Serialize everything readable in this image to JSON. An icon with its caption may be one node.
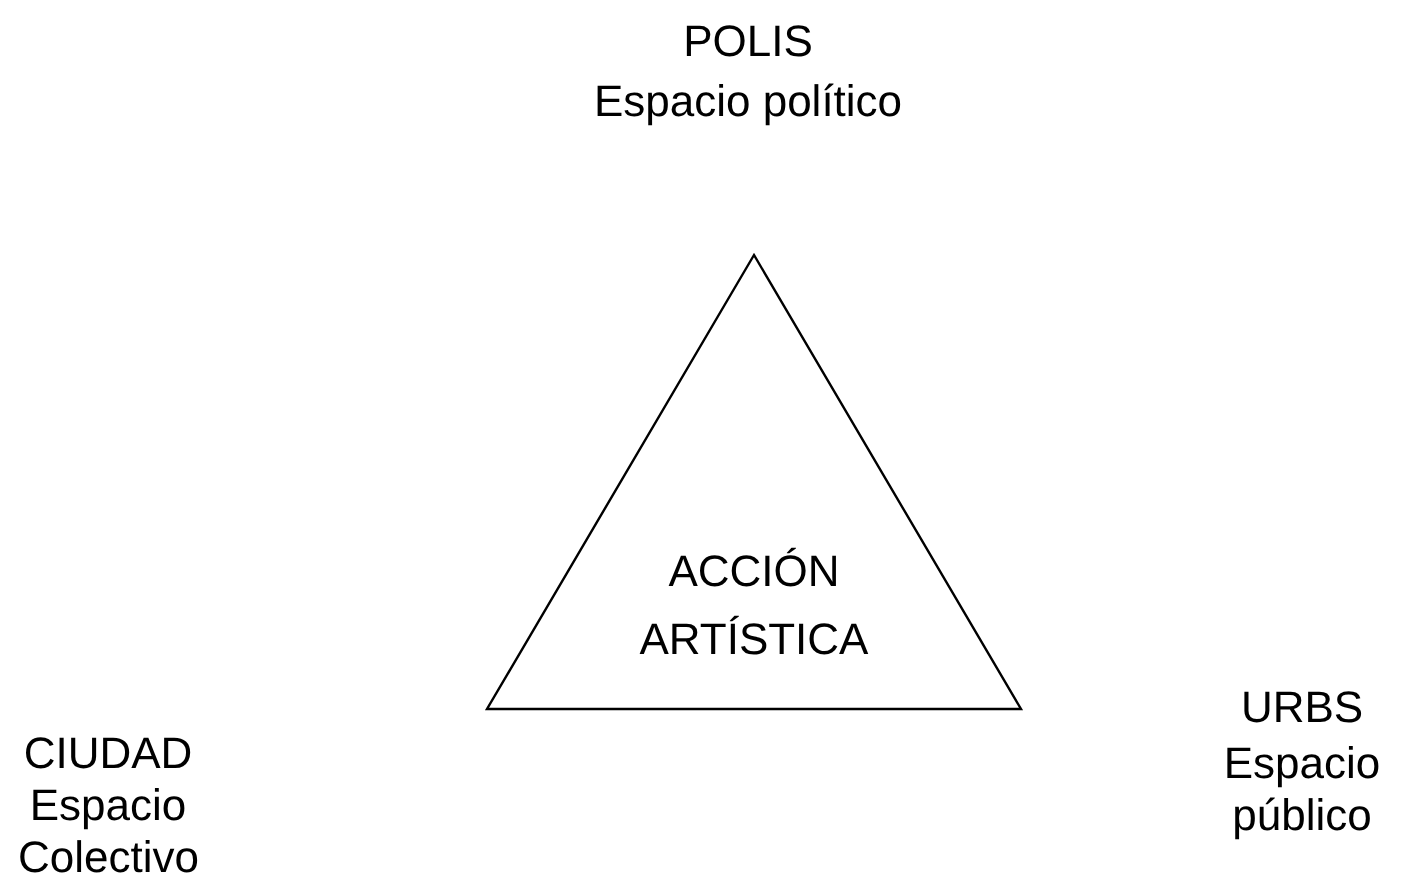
{
  "diagram": {
    "nodes": [
      {
        "text": [
          "ACCIÓN ARTÍSTICA"
        ]
      }
    ],
    "labels": [
      "POLIS",
      "Espacio político",
      "CIUDAD",
      "Espacio Colectivo",
      "URBS",
      "Espacio público"
    ]
  }
}
